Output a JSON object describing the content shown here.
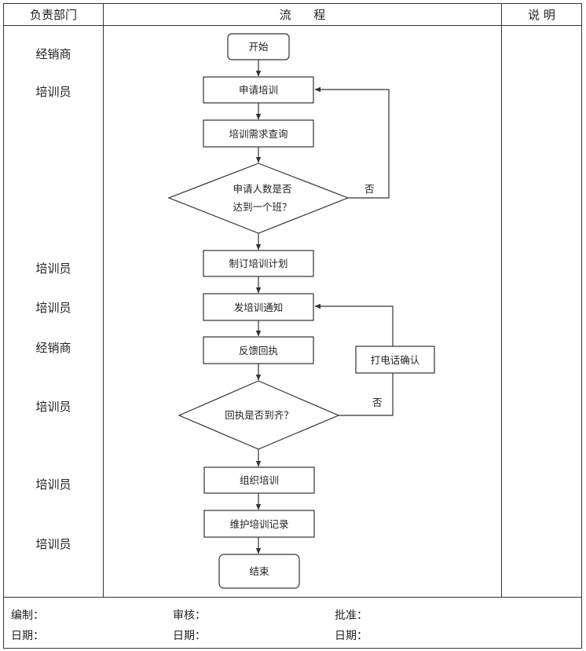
{
  "header": {
    "department": "负责部门",
    "process": "流      程",
    "notes": "说 明"
  },
  "departments": [
    "经销商",
    "培训员",
    "培训员",
    "培训员",
    "经销商",
    "培训员",
    "培训员",
    "培训员"
  ],
  "nodes": {
    "start": "开始",
    "apply": "申请培训",
    "query": "培训需求查询",
    "decision1_line1": "申请人数是否",
    "decision1_line2": "达到一个班？",
    "plan": "制订培训计划",
    "notify": "发培训通知",
    "feedback": "反馈回执",
    "call": "打电话确认",
    "decision2": "回执是否到齐？",
    "organize": "组织培训",
    "record": "维护培训记录",
    "end": "结束"
  },
  "edges": {
    "no1": "否",
    "no2": "否"
  },
  "footer": {
    "compiled": "编制：",
    "reviewed": "审核：",
    "approved": "批准：",
    "date1": "日期：",
    "date2": "日期：",
    "date3": "日期："
  }
}
